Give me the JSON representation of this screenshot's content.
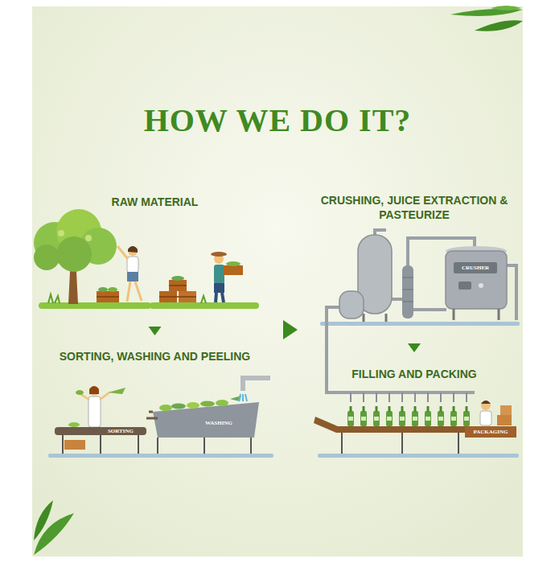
{
  "diagram": {
    "title": "HOW WE DO IT?",
    "nodes": [
      {
        "text": [
          "RAW MATERIAL"
        ]
      },
      {
        "text": [
          "SORTING, WASHING AND PEELING"
        ]
      },
      {
        "text": [
          "CRUSHING, JUICE EXTRACTION & PASTEURIZE"
        ]
      },
      {
        "text": [
          "FILLING AND PACKING"
        ]
      }
    ],
    "edges": [
      {
        "from": 0,
        "to": 1,
        "arrow": "to"
      },
      {
        "from": 1,
        "to": 2,
        "arrow": "to"
      },
      {
        "from": 2,
        "to": 3,
        "arrow": "to"
      }
    ],
    "labels": [
      "SORTING",
      "WASHING",
      "CRUSHER",
      "PACKAGING"
    ]
  }
}
